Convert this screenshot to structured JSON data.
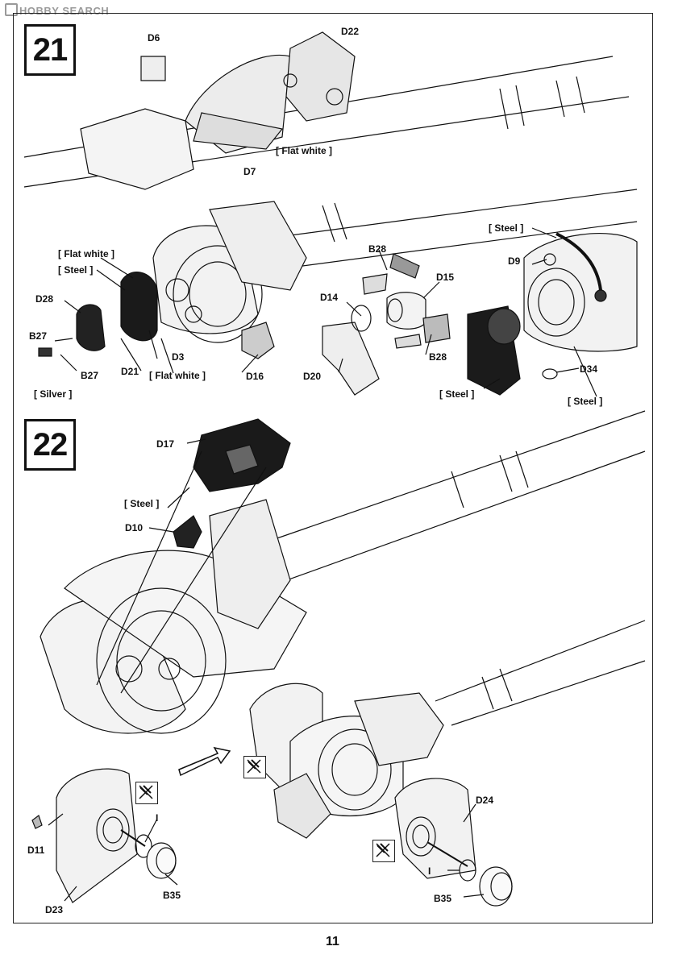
{
  "watermark": "HOBBY SEARCH",
  "page_number": "11",
  "steps": [
    {
      "number": "21",
      "labels": {
        "d6": "D6",
        "d22": "D22",
        "flat_white_top": "[ Flat white ]",
        "d7": "D7",
        "flat_white_left": "[ Flat white ]",
        "steel_left": "[ Steel ]",
        "d28": "D28",
        "b27_top": "B27",
        "b27_bottom": "B27",
        "d21": "D21",
        "d3": "D3",
        "flat_white_mid": "[ Flat white ]",
        "silver": "[ Silver ]",
        "d16": "D16",
        "b28_top": "B28",
        "d15": "D15",
        "d14": "D14",
        "b28_bottom": "B28",
        "d20": "D20",
        "steel_right_top": "[ Steel ]",
        "d9": "D9",
        "steel_right_bottom": "[ Steel ]",
        "d34": "D34",
        "steel_d34": "[ Steel ]"
      }
    },
    {
      "number": "22",
      "labels": {
        "d17": "D17",
        "steel": "[ Steel ]",
        "d10": "D10",
        "d11": "D11",
        "i_left": "I",
        "b35_left": "B35",
        "d23": "D23",
        "d24": "D24",
        "i_right": "I",
        "b35_right": "B35"
      }
    }
  ]
}
